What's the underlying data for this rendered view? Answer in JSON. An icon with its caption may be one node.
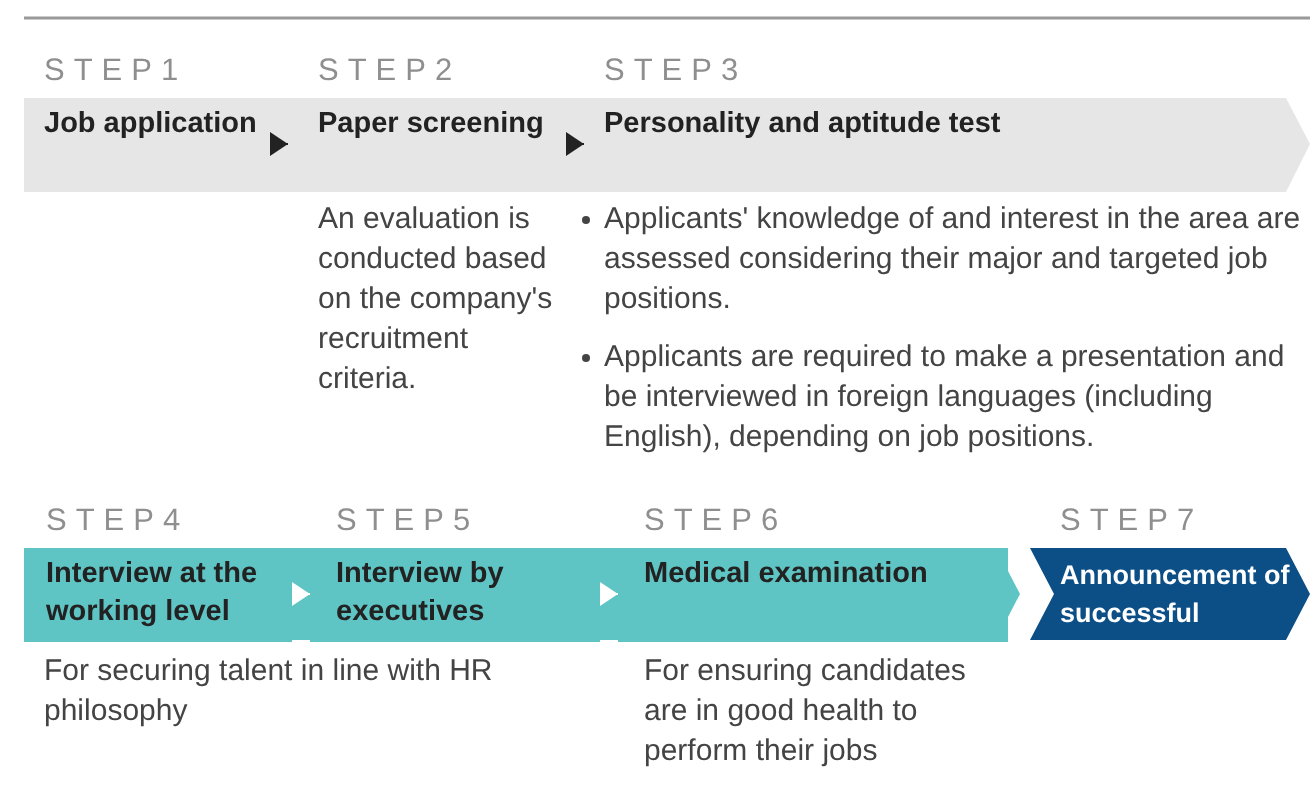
{
  "diagram": {
    "nodes": [
      {
        "text": [
          "STEP1",
          "Job application"
        ]
      },
      {
        "text": [
          "STEP2",
          "Paper screening"
        ],
        "beside": [
          "An evaluation is conducted based on the company's recruitment criteria."
        ]
      },
      {
        "text": [
          "STEP3",
          "Personality and aptitude test"
        ],
        "beside": [
          "Applicants' knowledge of and interest in the area are assessed considering their major and targeted job positions.",
          "Applicants are required to make a presentation and be interviewed in foreign languages (including English), depending on job positions."
        ]
      },
      {
        "text": [
          "STEP4",
          "Interview at the working level"
        ],
        "beside": [
          "For securing talent in line with HR philosophy"
        ]
      },
      {
        "text": [
          "STEP5",
          "Interview by executives"
        ]
      },
      {
        "text": [
          "STEP6",
          "Medical examination"
        ],
        "beside": [
          "For ensuring candidates are in good health to perform their jobs"
        ]
      },
      {
        "text": [
          "STEP7",
          "Announcement of successful"
        ]
      }
    ],
    "edges": [
      {
        "from": 0,
        "to": 1,
        "arrow": "to",
        "color": "#222222"
      },
      {
        "from": 1,
        "to": 2,
        "arrow": "to",
        "color": "#222222"
      },
      {
        "from": 3,
        "to": 4,
        "arrow": "to",
        "color": "#ffffff"
      },
      {
        "from": 4,
        "to": 5,
        "arrow": "to",
        "color": "#ffffff"
      }
    ]
  }
}
